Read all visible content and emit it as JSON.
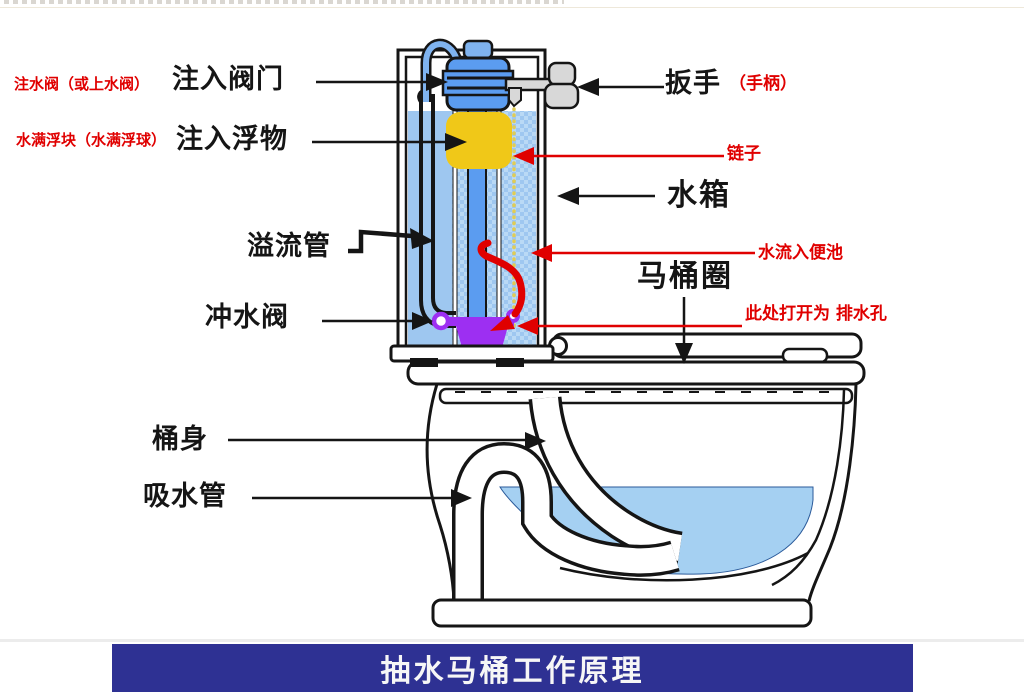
{
  "title": "抽水马桶工作原理",
  "colors": {
    "red": "#e00000",
    "ink": "#151515",
    "water": "#9ec7f0",
    "water_light": "#b9d9f5",
    "bowl_water": "#a5d0f2",
    "float": "#f0c818",
    "valve_blue": "#5b9cf0",
    "tube_blue": "#7fb3ef",
    "purple": "#9d2ff2",
    "chain": "#e0cc55",
    "gray": "#d8d8d8",
    "banner": "#2e3193"
  },
  "annotations": {
    "fill_valve_alt": "注水阀（或上水阀）",
    "fill_valve": "注入阀门",
    "float_alt": "水满浮块（水满浮球）",
    "float_label": "注入浮物",
    "handle": "扳手",
    "handle_alt": "（手柄）",
    "chain": "链子",
    "tank": "水箱",
    "overflow_pipe": "溢流管",
    "flush_valve": "冲水阀",
    "water_into_bowl": "水流入便池",
    "toilet_seat": "马桶圈",
    "drain_hole": "此处打开为 排水孔",
    "bowl_body": "桶身",
    "siphon_pipe": "吸水管"
  }
}
